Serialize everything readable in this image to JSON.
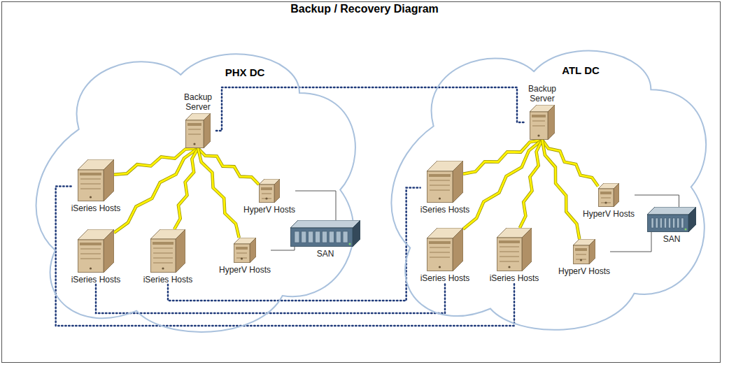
{
  "diagram": {
    "title": "Backup / Recovery Diagram",
    "nodes": [
      {
        "text": [
          "PHX DC"
        ]
      },
      {
        "text": [
          "Backup Server"
        ],
        "in": 0
      },
      {
        "text": [
          "iSeries Hosts"
        ],
        "in": 0
      },
      {
        "text": [
          "iSeries Hosts"
        ],
        "in": 0
      },
      {
        "text": [
          "iSeries Hosts"
        ],
        "in": 0
      },
      {
        "text": [
          "HyperV Hosts"
        ],
        "in": 0
      },
      {
        "text": [
          "HyperV Hosts"
        ],
        "in": 0
      },
      {
        "text": [
          "SAN"
        ],
        "in": 0
      },
      {
        "text": [
          "ATL DC"
        ]
      },
      {
        "text": [
          "Backup Server"
        ],
        "in": 8
      },
      {
        "text": [
          "iSeries Hosts"
        ],
        "in": 8
      },
      {
        "text": [
          "iSeries Hosts"
        ],
        "in": 8
      },
      {
        "text": [
          "iSeries Hosts"
        ],
        "in": 8
      },
      {
        "text": [
          "HyperV Hosts"
        ],
        "in": 8
      },
      {
        "text": [
          "HyperV Hosts"
        ],
        "in": 8
      },
      {
        "text": [
          "SAN"
        ],
        "in": 8
      }
    ],
    "edges": [
      {
        "from": 1,
        "to": 2,
        "arrow": "none"
      },
      {
        "from": 1,
        "to": 3,
        "arrow": "none"
      },
      {
        "from": 1,
        "to": 4,
        "arrow": "none"
      },
      {
        "from": 1,
        "to": 5,
        "arrow": "none"
      },
      {
        "from": 1,
        "to": 6,
        "arrow": "none"
      },
      {
        "from": 5,
        "to": 7,
        "arrow": "none"
      },
      {
        "from": 6,
        "to": 7,
        "arrow": "none"
      },
      {
        "from": 9,
        "to": 10,
        "arrow": "none"
      },
      {
        "from": 9,
        "to": 11,
        "arrow": "none"
      },
      {
        "from": 9,
        "to": 12,
        "arrow": "none"
      },
      {
        "from": 9,
        "to": 13,
        "arrow": "none"
      },
      {
        "from": 9,
        "to": 14,
        "arrow": "none"
      },
      {
        "from": 13,
        "to": 15,
        "arrow": "none"
      },
      {
        "from": 14,
        "to": 15,
        "arrow": "none"
      },
      {
        "from": 1,
        "to": 9,
        "arrow": "none"
      },
      {
        "from": 2,
        "to": 12,
        "arrow": "none"
      },
      {
        "from": 3,
        "to": 11,
        "arrow": "none"
      },
      {
        "from": 4,
        "to": 10,
        "arrow": "none"
      }
    ]
  }
}
